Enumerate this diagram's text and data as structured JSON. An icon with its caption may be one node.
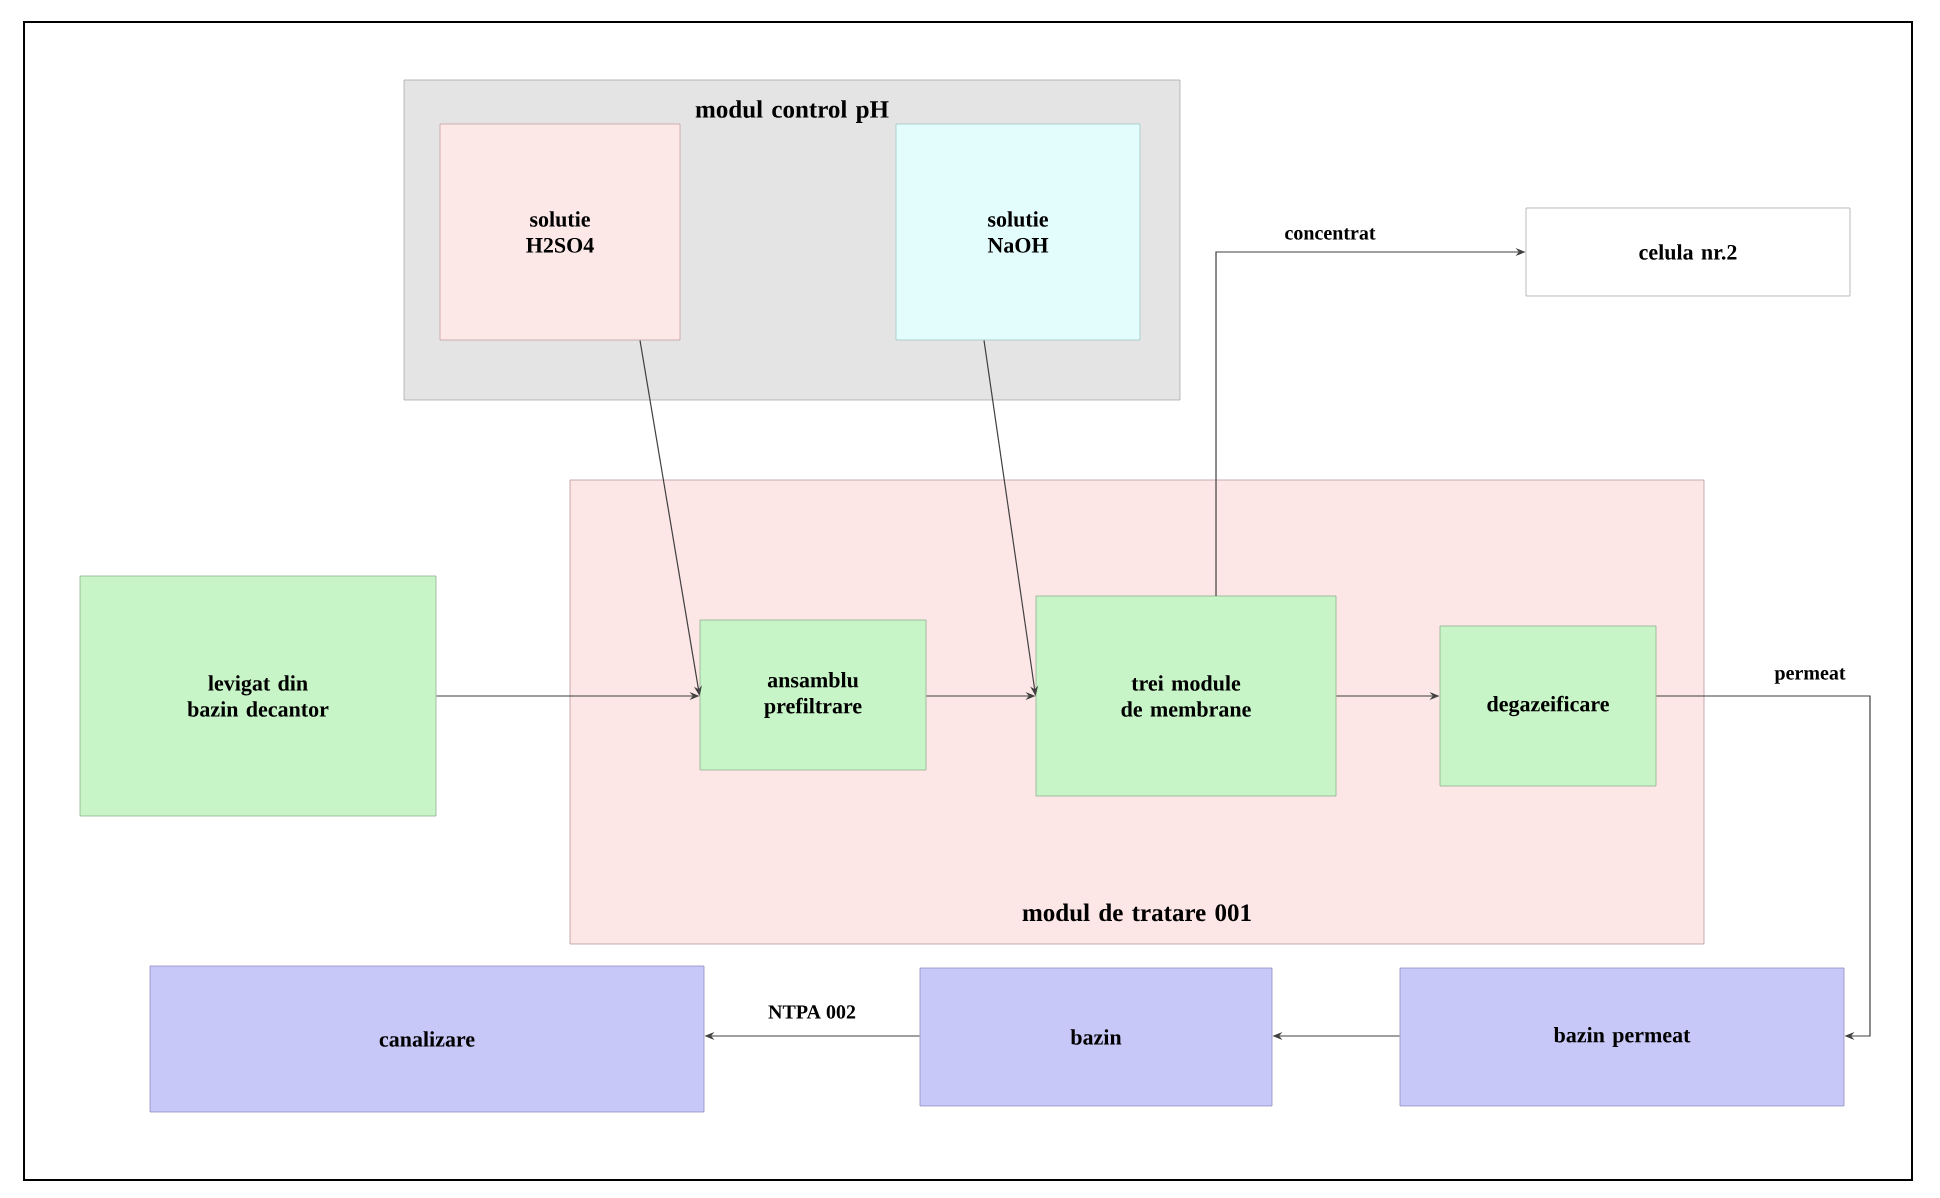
{
  "diagram": {
    "nodes": [
      {
        "text": [
          "modul control pH"
        ]
      },
      {
        "text": [
          "solutie H2SO4"
        ],
        "in": 0
      },
      {
        "text": [
          "solutie NaOH"
        ],
        "in": 0
      },
      {
        "text": [
          "celula nr.2"
        ]
      },
      {
        "text": [
          "modul de tratare 001"
        ]
      },
      {
        "text": [
          "levigat din bazin decantor"
        ]
      },
      {
        "text": [
          "ansamblu prefiltrare"
        ],
        "in": 4
      },
      {
        "text": [
          "trei module de membrane"
        ],
        "in": 4
      },
      {
        "text": [
          "degazeificare"
        ],
        "in": 4
      },
      {
        "text": [
          "canalizare"
        ]
      },
      {
        "text": [
          "bazin"
        ]
      },
      {
        "text": [
          "bazin permeat"
        ]
      }
    ],
    "edges": [
      {
        "from": 5,
        "to": 6,
        "arrow": "to"
      },
      {
        "from": 1,
        "to": 6,
        "arrow": "to"
      },
      {
        "from": 6,
        "to": 7,
        "arrow": "to"
      },
      {
        "from": 2,
        "to": 7,
        "arrow": "to"
      },
      {
        "from": 7,
        "to": 3,
        "arrow": "to",
        "label": "concentrat"
      },
      {
        "from": 7,
        "to": 8,
        "arrow": "to"
      },
      {
        "from": 8,
        "to": 11,
        "arrow": "to",
        "label": "permeat"
      },
      {
        "from": 11,
        "to": 10,
        "arrow": "to"
      },
      {
        "from": 10,
        "to": 9,
        "arrow": "to",
        "label": "NTPA 002"
      }
    ]
  }
}
